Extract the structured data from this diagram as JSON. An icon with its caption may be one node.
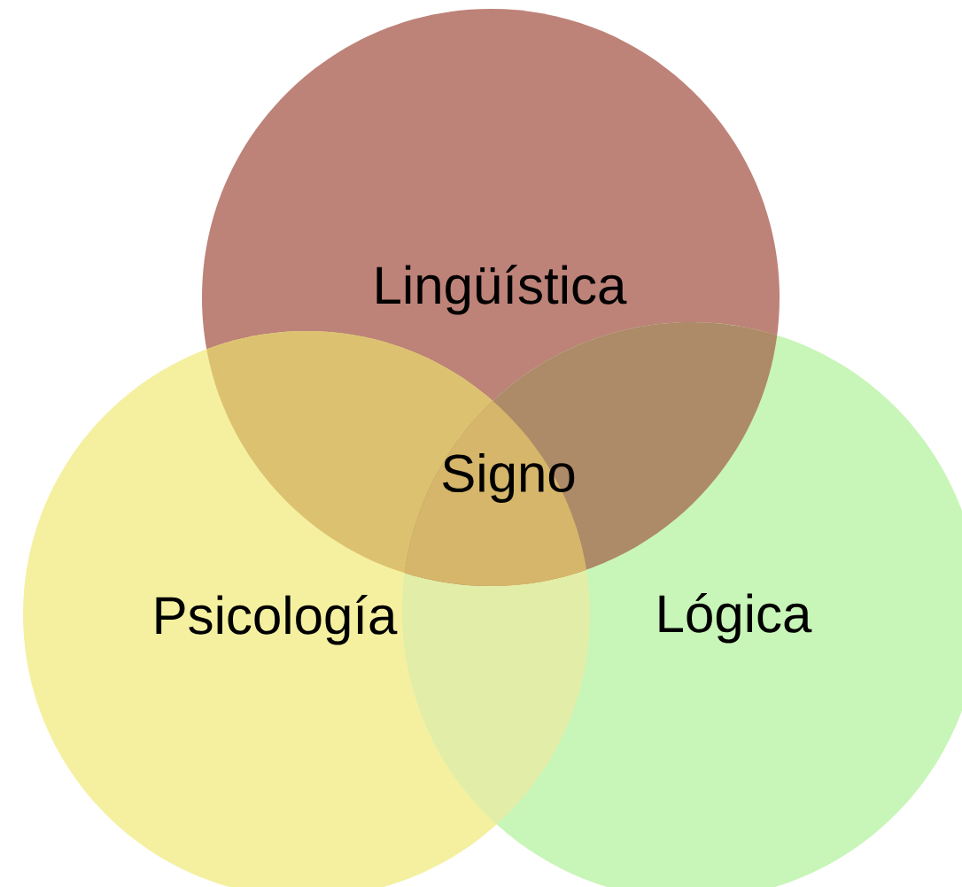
{
  "diagram": {
    "nodes": [
      {
        "text": [
          "Lingüística"
        ]
      },
      {
        "text": [
          "Psicología"
        ]
      },
      {
        "text": [
          "Lógica"
        ]
      }
    ],
    "labels": [
      "Signo"
    ]
  }
}
